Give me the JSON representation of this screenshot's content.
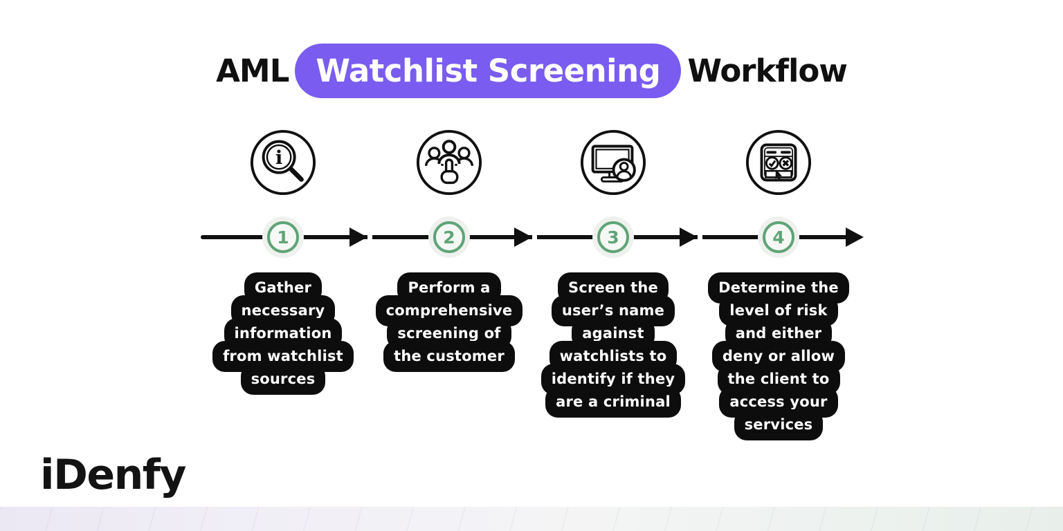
{
  "title": {
    "prefix": "AML",
    "highlight": "Watchlist Screening",
    "suffix": "Workflow"
  },
  "colors": {
    "accent_purple": "#7A5CF0",
    "green": "#5FA477",
    "ink": "#101010",
    "bubble_bg": "#0D0D0D",
    "bubble_text": "#FFFFFF",
    "node_halo": "#EEF1ED",
    "node_fill": "#F6F8F5",
    "band_left": "#EBE8F4",
    "band_right": "#E8EFEB"
  },
  "steps": [
    {
      "number": "1",
      "icon": "info-magnifier-icon",
      "lines": [
        "Gather",
        "necessary",
        "information",
        "from watchlist",
        "sources"
      ]
    },
    {
      "number": "2",
      "icon": "customer-group-select-icon",
      "lines": [
        "Perform a",
        "comprehensive",
        "screening of",
        "the customer"
      ]
    },
    {
      "number": "3",
      "icon": "monitor-user-icon",
      "lines": [
        "Screen the",
        "user’s name",
        "against",
        "watchlists to",
        "identify if they",
        "are a criminal"
      ]
    },
    {
      "number": "4",
      "icon": "approve-reject-window-icon",
      "lines": [
        "Determine the",
        "level of risk",
        "and either",
        "deny or allow",
        "the client to",
        "access your",
        "services"
      ]
    }
  ],
  "logo": {
    "text": "iDenfy"
  }
}
